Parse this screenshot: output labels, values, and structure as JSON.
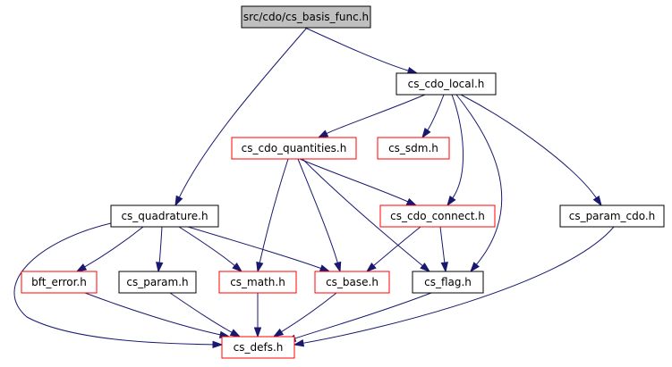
{
  "colors": {
    "edge": "#191970",
    "border_black": "#000000",
    "border_red": "#ff0000",
    "root_fill": "#bfbfbf",
    "node_fill": "#ffffff"
  },
  "nodes": {
    "root": {
      "label": "src/cdo/cs_basis_func.h",
      "style": "root"
    },
    "cdo_local": {
      "label": "cs_cdo_local.h",
      "style": "black"
    },
    "cdo_quantities": {
      "label": "cs_cdo_quantities.h",
      "style": "red"
    },
    "sdm": {
      "label": "cs_sdm.h",
      "style": "red"
    },
    "quadrature": {
      "label": "cs_quadrature.h",
      "style": "black"
    },
    "cdo_connect": {
      "label": "cs_cdo_connect.h",
      "style": "red"
    },
    "param_cdo": {
      "label": "cs_param_cdo.h",
      "style": "black"
    },
    "bft_error": {
      "label": "bft_error.h",
      "style": "red"
    },
    "param": {
      "label": "cs_param.h",
      "style": "black"
    },
    "math": {
      "label": "cs_math.h",
      "style": "red"
    },
    "base": {
      "label": "cs_base.h",
      "style": "red"
    },
    "flag": {
      "label": "cs_flag.h",
      "style": "black"
    },
    "defs": {
      "label": "cs_defs.h",
      "style": "red"
    }
  },
  "edges": [
    {
      "from": "root",
      "to": "cdo_local"
    },
    {
      "from": "root",
      "to": "quadrature"
    },
    {
      "from": "cdo_local",
      "to": "cdo_quantities"
    },
    {
      "from": "cdo_local",
      "to": "sdm"
    },
    {
      "from": "cdo_local",
      "to": "cdo_connect"
    },
    {
      "from": "cdo_local",
      "to": "flag"
    },
    {
      "from": "cdo_local",
      "to": "param_cdo"
    },
    {
      "from": "cdo_quantities",
      "to": "cdo_connect"
    },
    {
      "from": "cdo_quantities",
      "to": "math"
    },
    {
      "from": "cdo_quantities",
      "to": "base"
    },
    {
      "from": "cdo_quantities",
      "to": "flag"
    },
    {
      "from": "quadrature",
      "to": "bft_error"
    },
    {
      "from": "quadrature",
      "to": "param"
    },
    {
      "from": "quadrature",
      "to": "math"
    },
    {
      "from": "quadrature",
      "to": "base"
    },
    {
      "from": "quadrature",
      "to": "defs"
    },
    {
      "from": "cdo_connect",
      "to": "base"
    },
    {
      "from": "cdo_connect",
      "to": "flag"
    },
    {
      "from": "param_cdo",
      "to": "defs"
    },
    {
      "from": "bft_error",
      "to": "defs"
    },
    {
      "from": "param",
      "to": "defs"
    },
    {
      "from": "math",
      "to": "defs"
    },
    {
      "from": "base",
      "to": "defs"
    },
    {
      "from": "flag",
      "to": "defs"
    }
  ]
}
